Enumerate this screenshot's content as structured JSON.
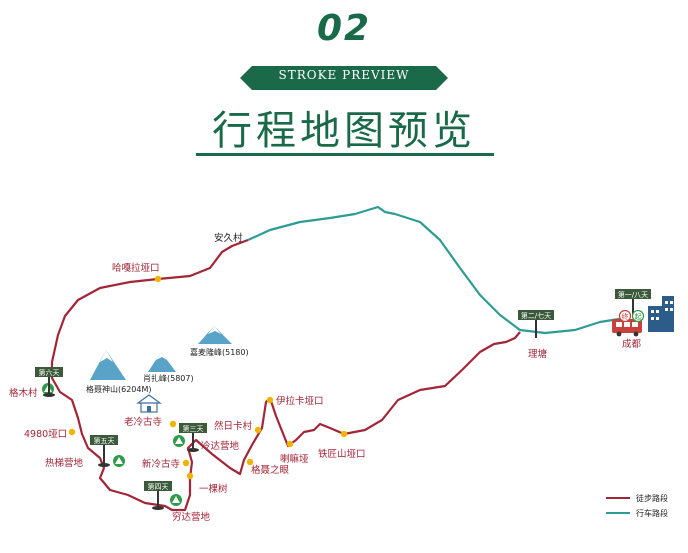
{
  "header": {
    "number": "02",
    "subtitle": "STROKE PREVIEW",
    "title": "行程地图预览"
  },
  "places": {
    "anjiu": "安久村",
    "hamula": "哈嘎拉垭口",
    "gemu": "格木村",
    "yakou4980": "4980垭口",
    "retiyingdi": "热梯营地",
    "laolenggusi": "老冷古寺",
    "xinlenggusi": "新冷古寺",
    "lengdayingdi": "冷达营地",
    "yikeshu": "一棵树",
    "qiongdayingdi": "穷达营地",
    "rankazha": "然日卡村",
    "yilakayakou": "伊拉卡垭口",
    "geniezhiyan": "格聂之眼",
    "lababa": "喇嘛垭",
    "tiejiangshan": "铁匠山垭口",
    "litang": "理塘",
    "chengdu": "成都"
  },
  "peaks": {
    "genie": "格聂神山(6204M)",
    "xiaozha": "肖扎峰(5807)",
    "jiamiao": "嘉麦隆峰(5180)"
  },
  "day_signs": {
    "d1_8": "第一/八天",
    "d2_7": "第二/七天",
    "d3": "第三天",
    "d4": "第四天",
    "d5": "第五天",
    "d6": "第六天"
  },
  "badges": {
    "end": "终",
    "start": "起"
  },
  "legend": {
    "hiking": "徒步路段",
    "driving": "行车路段",
    "hiking_color": "#a32638",
    "driving_color": "#2e9c94"
  },
  "colors": {
    "brand_green": "#1a6a4a",
    "label_red": "#a32638",
    "waypoint": "#f0b400"
  }
}
